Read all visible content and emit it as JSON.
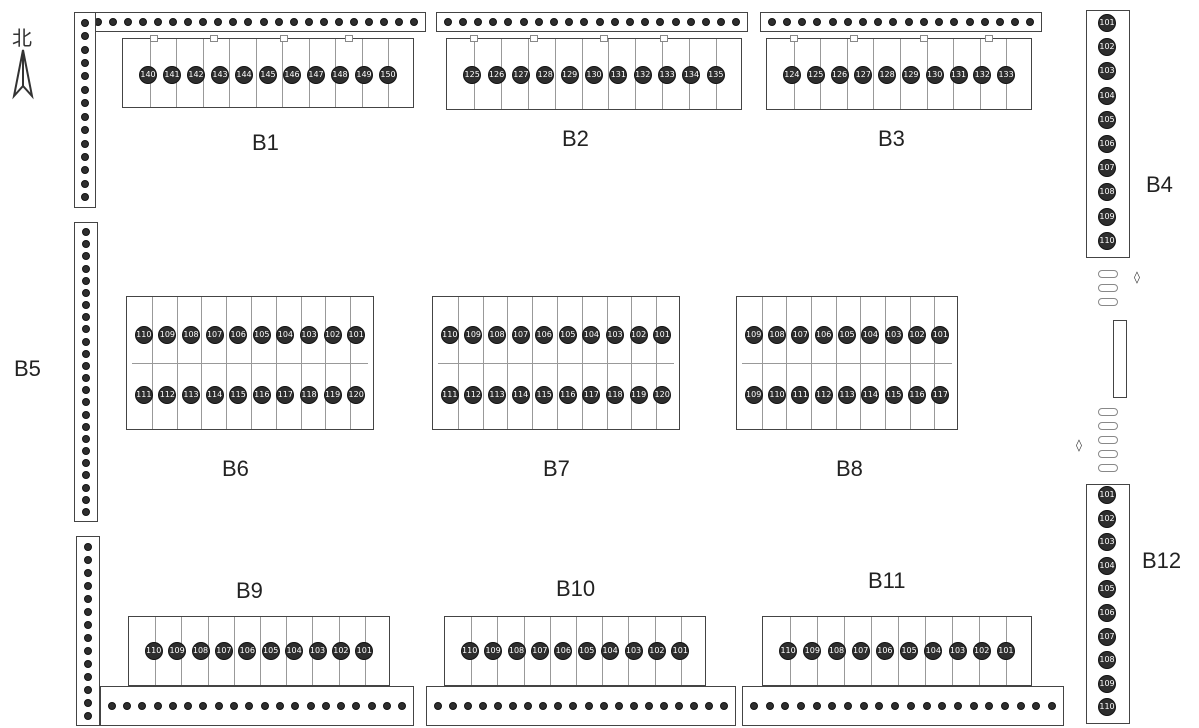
{
  "compass": {
    "label": "北"
  },
  "blocks": [
    {
      "id": "B1",
      "label": "B1",
      "units": [
        "140",
        "141",
        "142",
        "143",
        "144",
        "145",
        "146",
        "147",
        "148",
        "149",
        "150"
      ]
    },
    {
      "id": "B2",
      "label": "B2",
      "units": [
        "125",
        "126",
        "127",
        "128",
        "129",
        "130",
        "131",
        "132",
        "133",
        "134",
        "135"
      ]
    },
    {
      "id": "B3",
      "label": "B3",
      "units": [
        "124",
        "125",
        "126",
        "127",
        "128",
        "129",
        "130",
        "131",
        "132",
        "133"
      ]
    },
    {
      "id": "B4",
      "label": "B4",
      "units": [
        "101",
        "102",
        "103",
        "104",
        "105",
        "106",
        "107",
        "108",
        "109",
        "110"
      ]
    },
    {
      "id": "B5",
      "label": "B5",
      "units": []
    },
    {
      "id": "B6",
      "label": "B6",
      "units_top": [
        "110",
        "109",
        "108",
        "107",
        "106",
        "105",
        "104",
        "103",
        "102",
        "101"
      ],
      "units_bottom": [
        "111",
        "112",
        "113",
        "114",
        "115",
        "116",
        "117",
        "118",
        "119",
        "120"
      ]
    },
    {
      "id": "B7",
      "label": "B7",
      "units_top": [
        "110",
        "109",
        "108",
        "107",
        "106",
        "105",
        "104",
        "103",
        "102",
        "101"
      ],
      "units_bottom": [
        "111",
        "112",
        "113",
        "114",
        "115",
        "116",
        "117",
        "118",
        "119",
        "120"
      ]
    },
    {
      "id": "B8",
      "label": "B8",
      "units_top": [
        "109",
        "108",
        "107",
        "106",
        "105",
        "104",
        "103",
        "102",
        "101"
      ],
      "units_bottom": [
        "109",
        "110",
        "111",
        "112",
        "113",
        "114",
        "115",
        "116",
        "117"
      ]
    },
    {
      "id": "B9",
      "label": "B9",
      "units": [
        "110",
        "109",
        "108",
        "107",
        "106",
        "105",
        "104",
        "103",
        "102",
        "101"
      ]
    },
    {
      "id": "B10",
      "label": "B10",
      "units": [
        "110",
        "109",
        "108",
        "107",
        "106",
        "105",
        "104",
        "103",
        "102",
        "101"
      ]
    },
    {
      "id": "B11",
      "label": "B11",
      "units": [
        "110",
        "109",
        "108",
        "107",
        "106",
        "105",
        "104",
        "103",
        "102",
        "101"
      ]
    },
    {
      "id": "B12",
      "label": "B12",
      "units": [
        "101",
        "102",
        "103",
        "104",
        "105",
        "106",
        "107",
        "108",
        "109",
        "110"
      ]
    }
  ],
  "colors": {
    "unit_fill": "#2e2e2e",
    "outline": "#444444"
  }
}
